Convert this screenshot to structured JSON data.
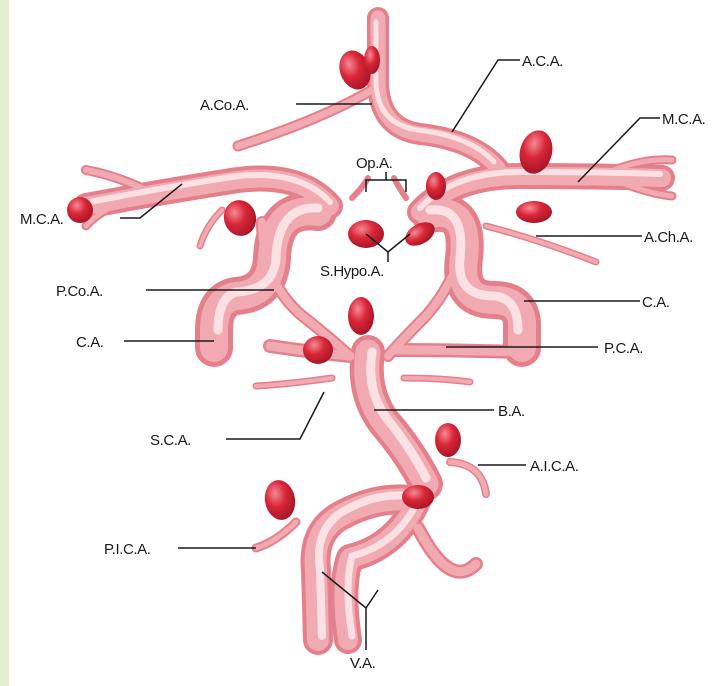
{
  "labels": {
    "aca": "A.C.A.",
    "acoa": "A.Co.A.",
    "mca_right": "M.C.A.",
    "opa": "Op.A.",
    "mca_left": "M.C.A.",
    "acha": "A.Ch.A.",
    "shypoa": "S.Hypo.A.",
    "pcoa": "P.Co.A.",
    "ca_right": "C.A.",
    "ca_left": "C.A.",
    "pca": "P.C.A.",
    "ba": "B.A.",
    "sca": "S.C.A.",
    "aica": "A.I.C.A.",
    "pica": "P.I.C.A.",
    "va": "V.A."
  },
  "colors": {
    "background": "#e4ecd0",
    "panel": "#ffffff",
    "vessel_dark": "#e4808c",
    "vessel_mid": "#f2aab2",
    "vessel_light": "#fbe1e3",
    "aneurysm": "#d92638",
    "aneurysm_highlight": "#f58a94",
    "text": "#1a1a1a"
  }
}
